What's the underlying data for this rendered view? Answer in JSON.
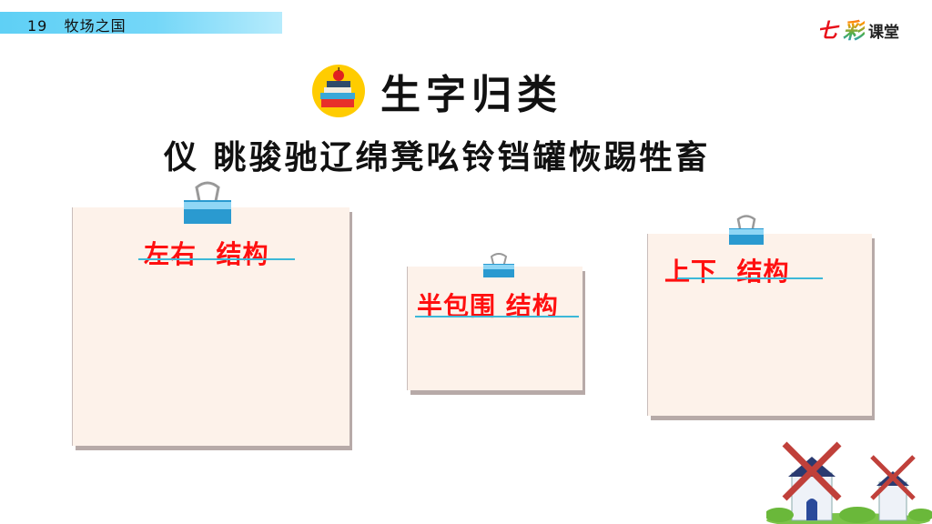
{
  "header": {
    "lesson": "19   牧场之国"
  },
  "logo": {
    "part1": "七",
    "part2": "彩",
    "part3": "课堂"
  },
  "section": {
    "title": "生字归类",
    "icon": "books-apple-icon"
  },
  "characters": "仪 眺骏驰辽绵凳吆铃铛罐恢踢牲畜",
  "cards": [
    {
      "label": "左右  结构"
    },
    {
      "label": "半包围 结构"
    },
    {
      "label": "上下  结构"
    }
  ],
  "decoration": {
    "icon": "windmills-illustration"
  },
  "colors": {
    "accent": "#ff1010",
    "underline": "#3cb8d8",
    "card_bg": "#fdf2ea",
    "topbar": "#74d7f8"
  }
}
